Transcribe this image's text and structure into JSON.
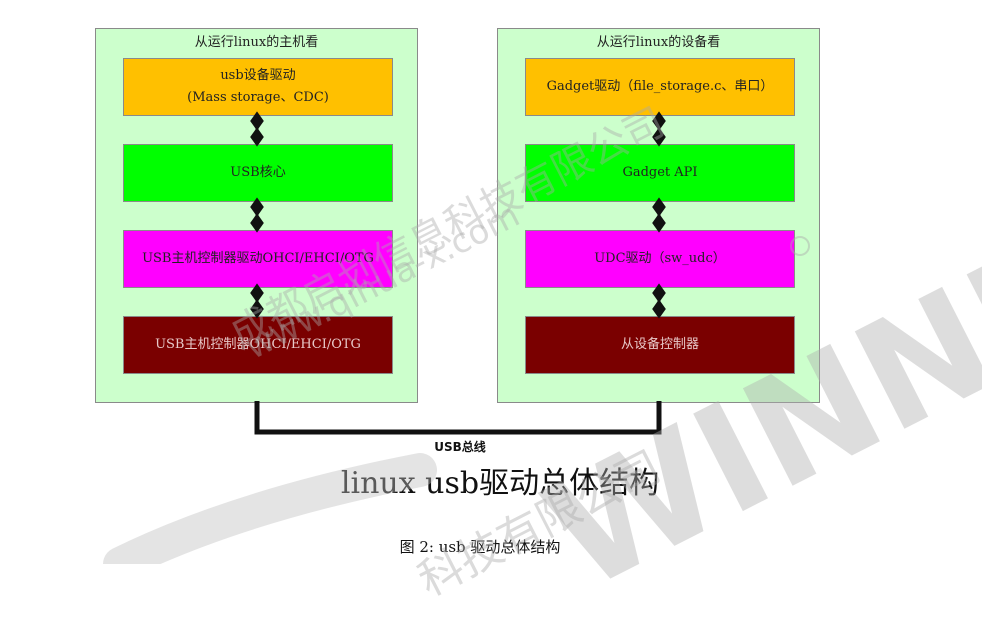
{
  "host_panel": {
    "title": "从运行linux的主机看",
    "boxes": [
      {
        "line1": "usb设备驱动",
        "line2": "(Mass storage、CDC)"
      },
      {
        "line1": "USB核心",
        "line2": ""
      },
      {
        "line1": "USB主机控制器驱动OHCI/EHCI/OTG",
        "line2": ""
      },
      {
        "line1": "USB主机控制器OHCI/EHCI/OTG",
        "line2": ""
      }
    ]
  },
  "device_panel": {
    "title": "从运行linux的设备看",
    "boxes": [
      {
        "line1": "Gadget驱动（file_storage.c、串口）",
        "line2": ""
      },
      {
        "line1": "Gadget API",
        "line2": ""
      },
      {
        "line1": "UDC驱动（sw_udc）",
        "line2": ""
      },
      {
        "line1": "从设备控制器",
        "line2": ""
      }
    ]
  },
  "bus_label": "USB总线",
  "diagram_title": "linux usb驱动总体结构",
  "caption": "图 2: usb 驱动总体结构",
  "watermarks": {
    "company": "成都启划信息科技有限公司",
    "url": "www.qihua-x.com",
    "brand": "WINNER",
    "company_partial": "科技有限公司"
  },
  "colors": {
    "panel_bg": "#ccffcc",
    "orange": "#ffc000",
    "green": "#00ff00",
    "magenta": "#ff00ff",
    "maroon": "#7a0000"
  }
}
